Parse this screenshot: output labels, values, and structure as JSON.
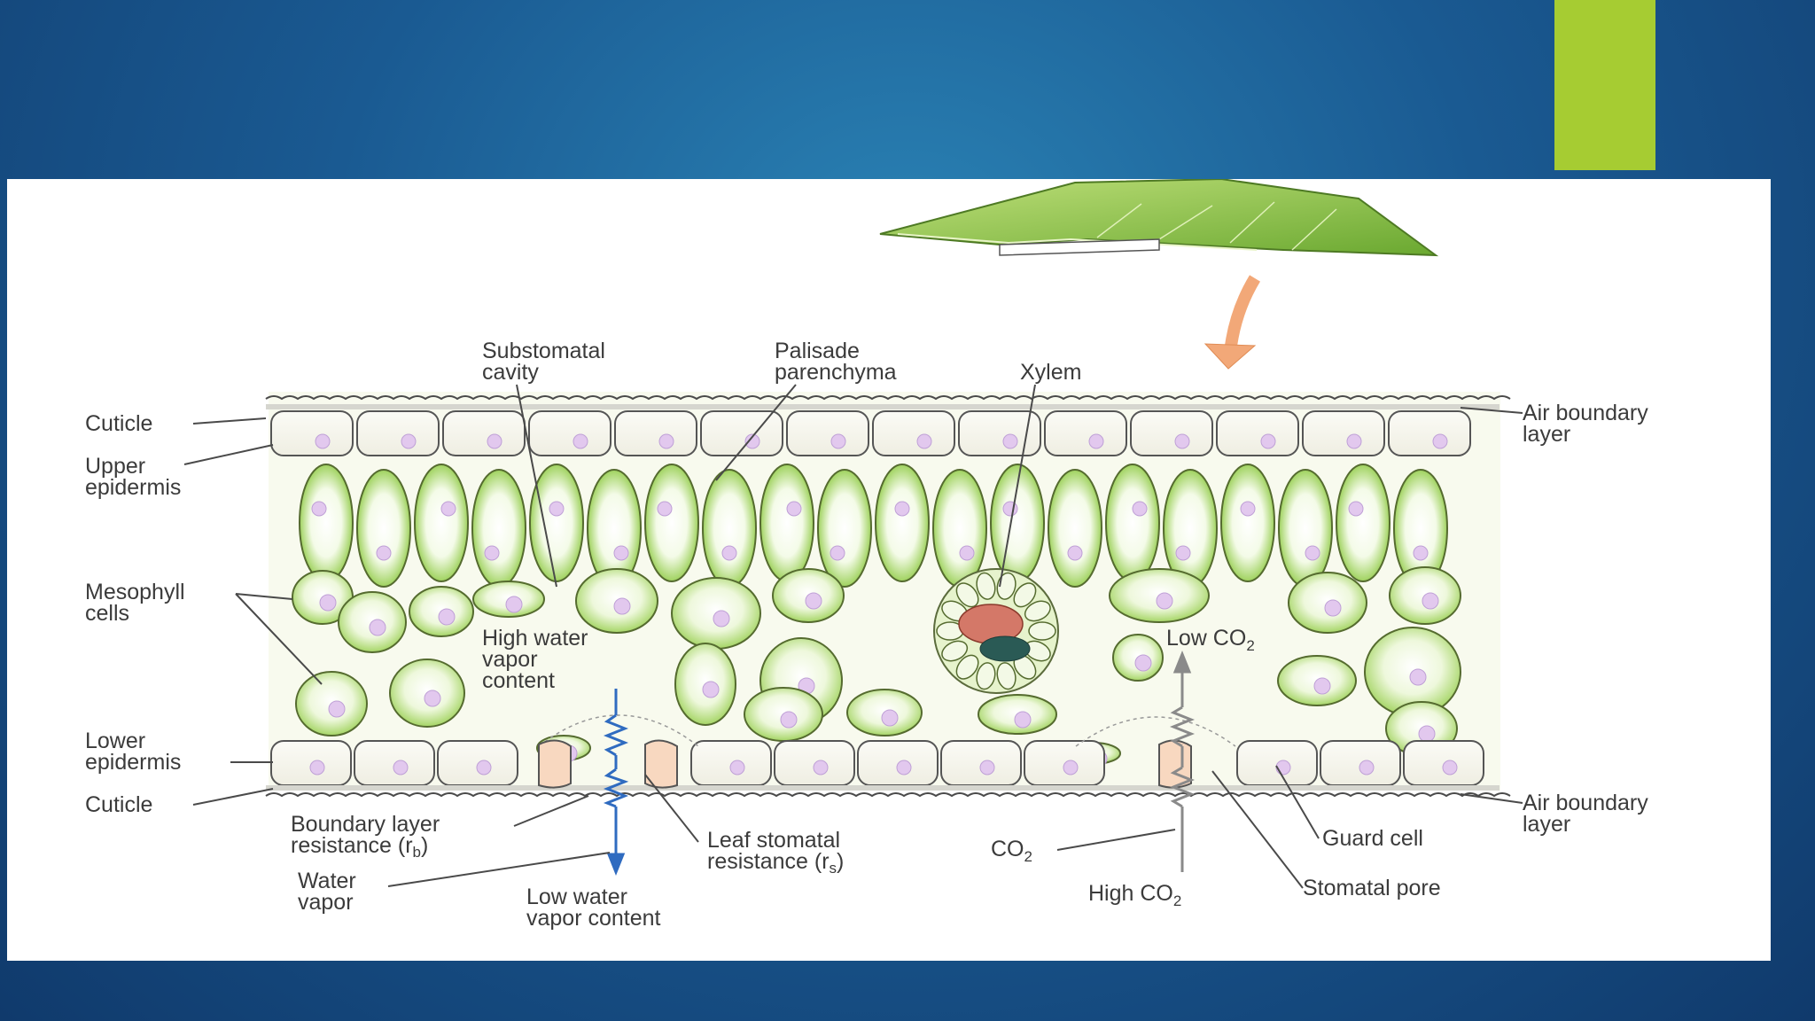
{
  "colors": {
    "accent": "#a6cc32",
    "background": "#1a5a92",
    "card": "#ffffff",
    "cell_green": "#a9d96a",
    "arrow_blue": "#2f6bc0",
    "arrow_orange": "#f2a878"
  },
  "labels": {
    "substomatal_cavity": [
      "Substomatal",
      "cavity"
    ],
    "palisade_parenchyma": [
      "Palisade",
      "parenchyma"
    ],
    "xylem": "Xylem",
    "cuticle_top": "Cuticle",
    "air_boundary_top": [
      "Air boundary",
      "layer"
    ],
    "upper_epidermis": [
      "Upper",
      "epidermis"
    ],
    "mesophyll_cells": [
      "Mesophyll",
      "cells"
    ],
    "high_water_vapor": [
      "High water",
      "vapor",
      "content"
    ],
    "low_co2": "Low CO",
    "lower_epidermis": [
      "Lower",
      "epidermis"
    ],
    "cuticle_bottom": "Cuticle",
    "air_boundary_bottom": [
      "Air boundary",
      "layer"
    ],
    "boundary_layer_resistance": [
      "Boundary layer",
      "resistance (r",
      ")"
    ],
    "boundary_subscript": "b",
    "leaf_stomatal_resistance": [
      "Leaf stomatal",
      "resistance (r",
      ")"
    ],
    "stomatal_subscript": "s",
    "co2": "CO",
    "guard_cell": "Guard cell",
    "water_vapor": [
      "Water",
      "vapor"
    ],
    "low_water_vapor": [
      "Low water",
      "vapor content"
    ],
    "high_co2": "High CO",
    "stomatal_pore": "Stomatal pore",
    "co2_subscript": "2"
  }
}
